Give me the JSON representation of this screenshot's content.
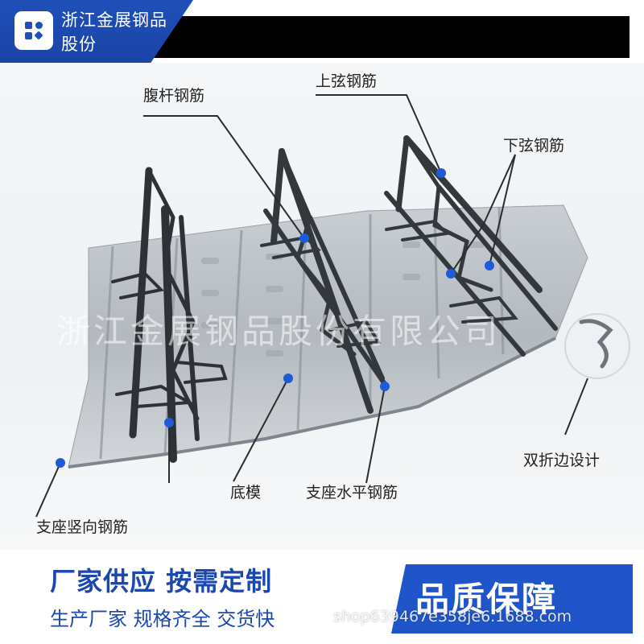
{
  "brand": {
    "name": "浙江金展钢品股份"
  },
  "callouts": {
    "web_bar": "腹杆钢筋",
    "top_chord": "上弦钢筋",
    "bottom_chord": "下弦钢筋",
    "double_fold": "双折边设计",
    "base_mold": "底模",
    "support_horizontal": "支座水平钢筋",
    "support_vertical": "支座竖向钢筋"
  },
  "watermark": "浙江金展钢品股份有限公司",
  "banner": {
    "slogan": "厂家供应  按需定制",
    "sub_slogan": "生产厂家  规格齐全  交货快",
    "quality": "品质保障",
    "shop_url": "shop639467e358je6.1688.com"
  },
  "colors": {
    "brand_blue": "#1f4fb8",
    "text_blue": "#1a47b0",
    "quality_blue": "#1f55c9"
  }
}
